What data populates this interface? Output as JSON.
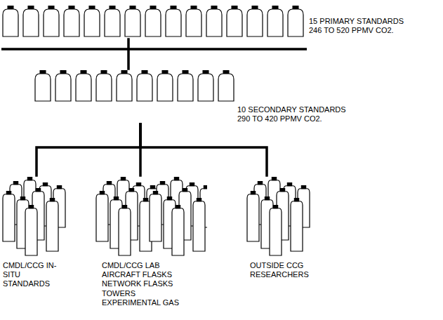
{
  "diagram": {
    "nodes": [
      {
        "text": [
          "15 PRIMARY STANDARDS 246 TO 520 PPMV CO2."
        ]
      },
      {
        "text": [
          "10 SECONDARY STANDARDS 290 TO 420 PPMV CO2."
        ]
      },
      {
        "text": [
          "CMDL/CCG IN-SITU STANDARDS"
        ]
      },
      {
        "text": [
          "CMDL/CCG LAB AIRCRAFT FLASKS NETWORK FLASKS TOWERS EXPERIMENTAL GAS"
        ]
      },
      {
        "text": [
          "OUTSIDE CCG RESEARCHERS"
        ]
      }
    ],
    "edges": [
      {
        "from": 0,
        "to": 1,
        "arrow": "none"
      },
      {
        "from": 1,
        "to": 2,
        "arrow": "none"
      },
      {
        "from": 1,
        "to": 3,
        "arrow": "none"
      },
      {
        "from": 1,
        "to": 4,
        "arrow": "none"
      }
    ]
  }
}
